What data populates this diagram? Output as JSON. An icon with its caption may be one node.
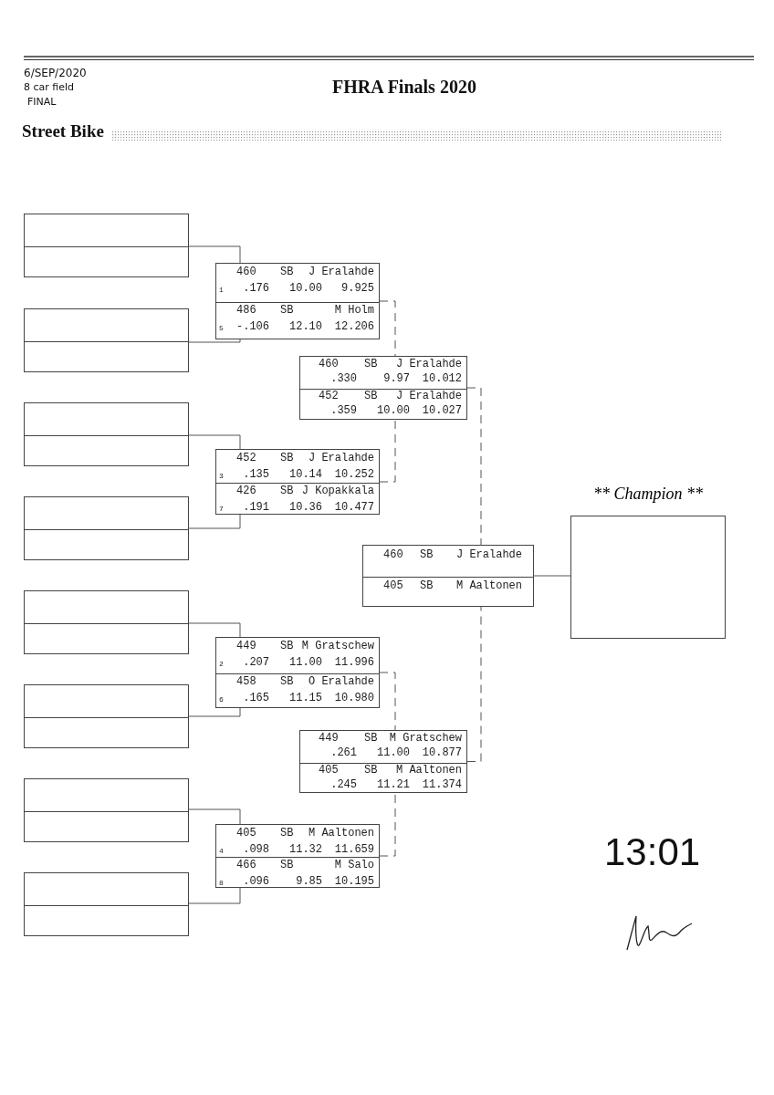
{
  "diagram": {
    "title": "FHRA Finals 2020",
    "nodes": [
      {
        "text": [],
        "shape": "box"
      },
      {
        "text": [],
        "shape": "box"
      },
      {
        "text": [],
        "shape": "box"
      },
      {
        "text": [],
        "shape": "box"
      },
      {
        "text": [],
        "shape": "box"
      },
      {
        "text": [],
        "shape": "box"
      },
      {
        "text": [],
        "shape": "box"
      },
      {
        "text": [],
        "shape": "box"
      },
      {
        "text": [
          "460",
          "SB",
          "J Eralahde",
          "1",
          ".176",
          "10.00",
          "9.925",
          "486",
          "SB",
          "M Holm",
          "5",
          "-.106",
          "12.10",
          "12.206"
        ]
      },
      {
        "text": [
          "452",
          "SB",
          "J Eralahde",
          "3",
          ".135",
          "10.14",
          "10.252",
          "426",
          "SB",
          "J Kopakkala",
          "7",
          ".191",
          "10.36",
          "10.477"
        ]
      },
      {
        "text": [
          "449",
          "SB",
          "M Gratschew",
          "2",
          ".207",
          "11.00",
          "11.996",
          "458",
          "SB",
          "O Eralahde",
          "6",
          ".165",
          "11.15",
          "10.980"
        ]
      },
      {
        "text": [
          "405",
          "SB",
          "M Aaltonen",
          "4",
          ".098",
          "11.32",
          "11.659",
          "466",
          "SB",
          "M Salo",
          "8",
          ".096",
          "9.85",
          "10.195"
        ]
      },
      {
        "text": [
          "460",
          "SB",
          "J Eralahde",
          ".330",
          "9.97",
          "10.012",
          "452",
          "SB",
          "J Eralahde",
          ".359",
          "10.00",
          "10.027"
        ]
      },
      {
        "text": [
          "449",
          "SB",
          "M Gratschew",
          ".261",
          "11.00",
          "10.877",
          "405",
          "SB",
          "M Aaltonen",
          ".245",
          "11.21",
          "11.374"
        ]
      },
      {
        "text": [
          "460",
          "SB",
          "J Eralahde",
          "405",
          "SB",
          "M Aaltonen"
        ]
      },
      {
        "text": [
          "** Champion **"
        ]
      }
    ],
    "edges": [
      {
        "from": 0,
        "to": 8,
        "arrow": "none"
      },
      {
        "from": 1,
        "to": 8,
        "arrow": "none"
      },
      {
        "from": 2,
        "to": 9,
        "arrow": "none"
      },
      {
        "from": 3,
        "to": 9,
        "arrow": "none"
      },
      {
        "from": 4,
        "to": 10,
        "arrow": "none"
      },
      {
        "from": 5,
        "to": 10,
        "arrow": "none"
      },
      {
        "from": 6,
        "to": 11,
        "arrow": "none"
      },
      {
        "from": 7,
        "to": 11,
        "arrow": "none"
      },
      {
        "from": 8,
        "to": 12,
        "arrow": "none",
        "style": "dashed"
      },
      {
        "from": 9,
        "to": 12,
        "arrow": "none",
        "style": "dashed"
      },
      {
        "from": 10,
        "to": 13,
        "arrow": "none",
        "style": "dashed"
      },
      {
        "from": 11,
        "to": 13,
        "arrow": "none",
        "style": "dashed"
      },
      {
        "from": 12,
        "to": 14,
        "arrow": "none",
        "style": "dashed"
      },
      {
        "from": 13,
        "to": 14,
        "arrow": "none",
        "style": "dashed"
      },
      {
        "from": 14,
        "to": 15,
        "arrow": "none"
      }
    ],
    "labels": [
      "6/SEP/2020",
      "8 car field",
      "FINAL",
      "Street Bike",
      "13:01"
    ]
  }
}
